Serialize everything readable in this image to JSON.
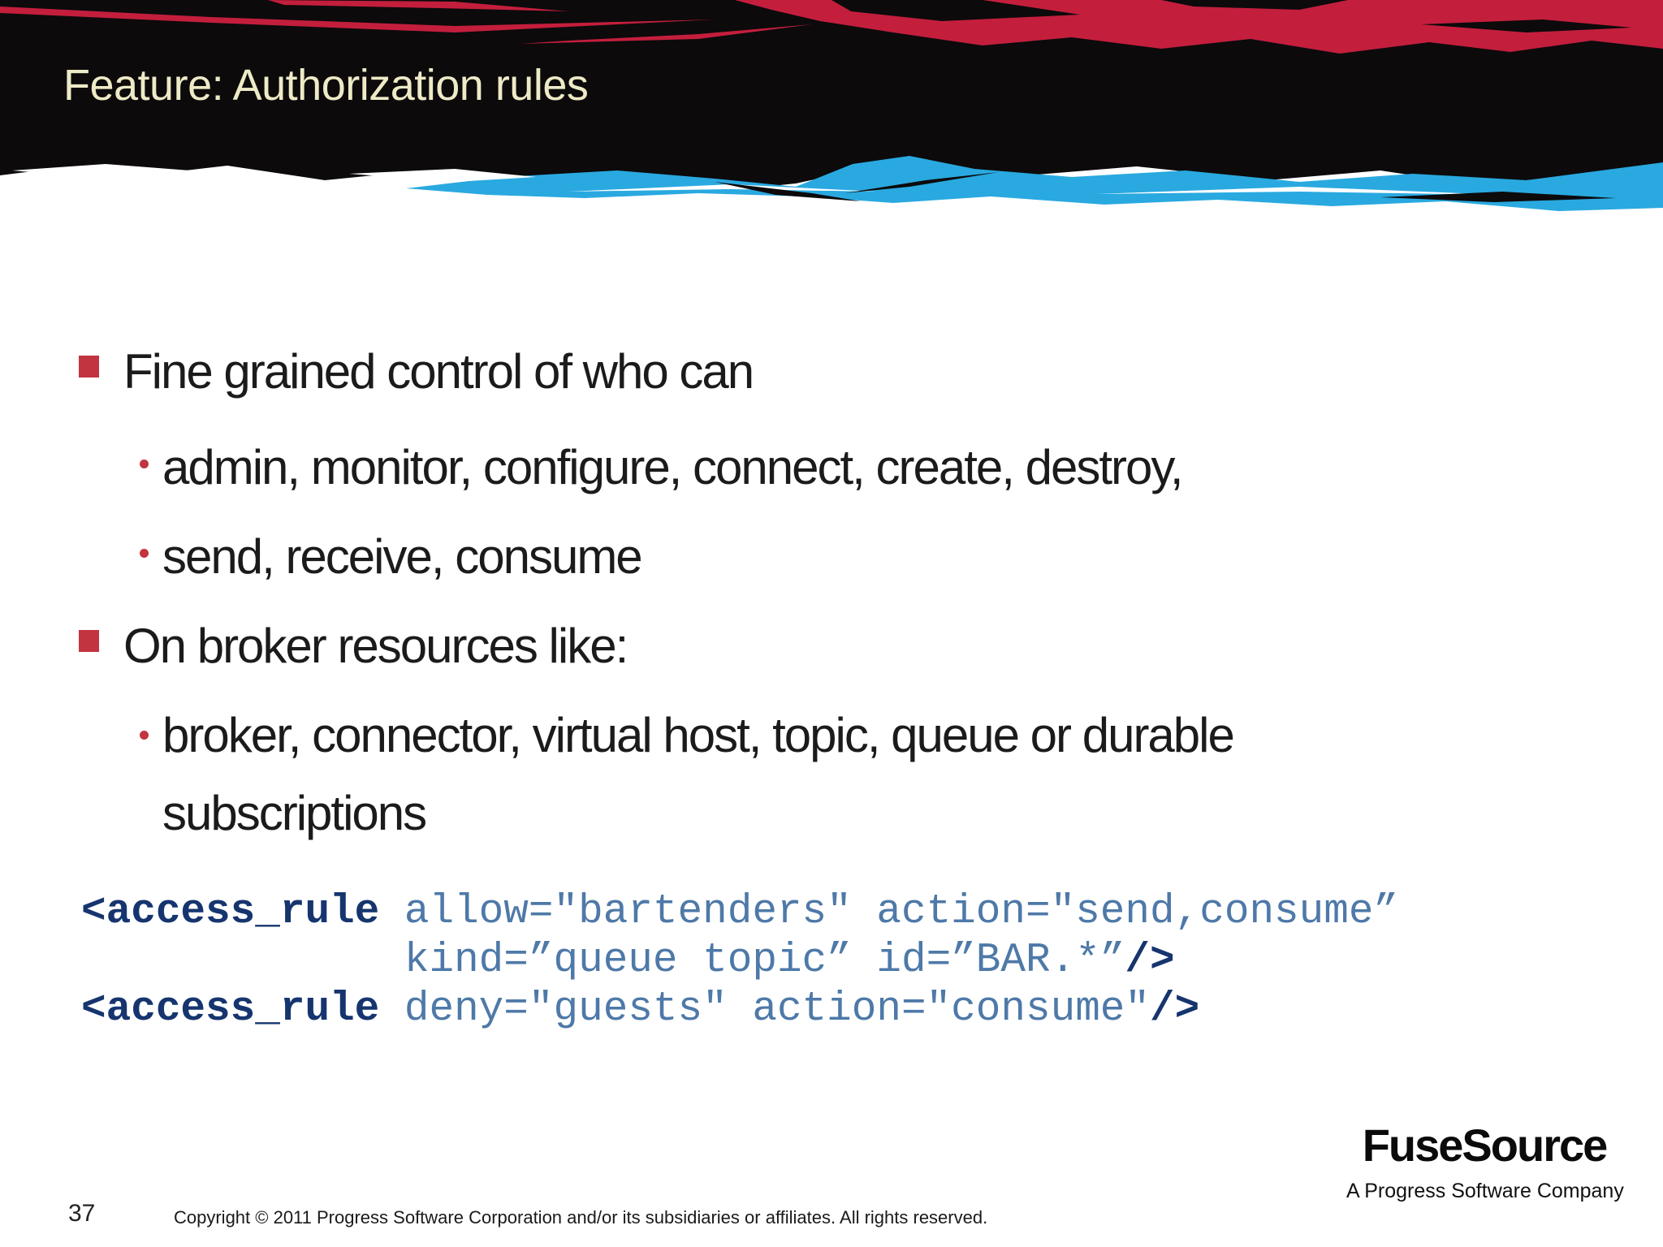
{
  "header": {
    "title": "Feature: Authorization rules"
  },
  "content": {
    "bullet1": "Fine grained control of who can",
    "bullet1_subs": [
      "admin, monitor, configure, connect, create, destroy,",
      "send, receive, consume"
    ],
    "bullet2": "On broker resources like:",
    "bullet2_subs": [
      "broker, connector, virtual host, topic, queue or durable subscriptions"
    ]
  },
  "code": {
    "line1": {
      "tag": "<access_rule",
      "rest": " allow=\"bartenders\" action=\"send,consume”"
    },
    "line2": {
      "rest": "             kind=”queue topic” id=”BAR.*”",
      "close": "/>"
    },
    "line3": {
      "tag": "<access_rule",
      "rest": " deny=\"guests\" action=\"consume\"",
      "close": "/>"
    }
  },
  "footer": {
    "page_number": "37",
    "copyright": "Copyright © 2011  Progress Software Corporation and/or its subsidiaries or affiliates. All rights reserved.",
    "logo": "FuseSource",
    "logo_subtitle": "A Progress Software Company"
  },
  "colors": {
    "header_black": "#0c0a0b",
    "brush_red": "#c41e3d",
    "brush_blue": "#29a9e0",
    "title_text": "#edeac6",
    "bullet_red": "#c23440",
    "body_text": "#1b1b1b",
    "code_tag_navy": "#16356f",
    "code_attr_blue": "#4e79a8"
  }
}
